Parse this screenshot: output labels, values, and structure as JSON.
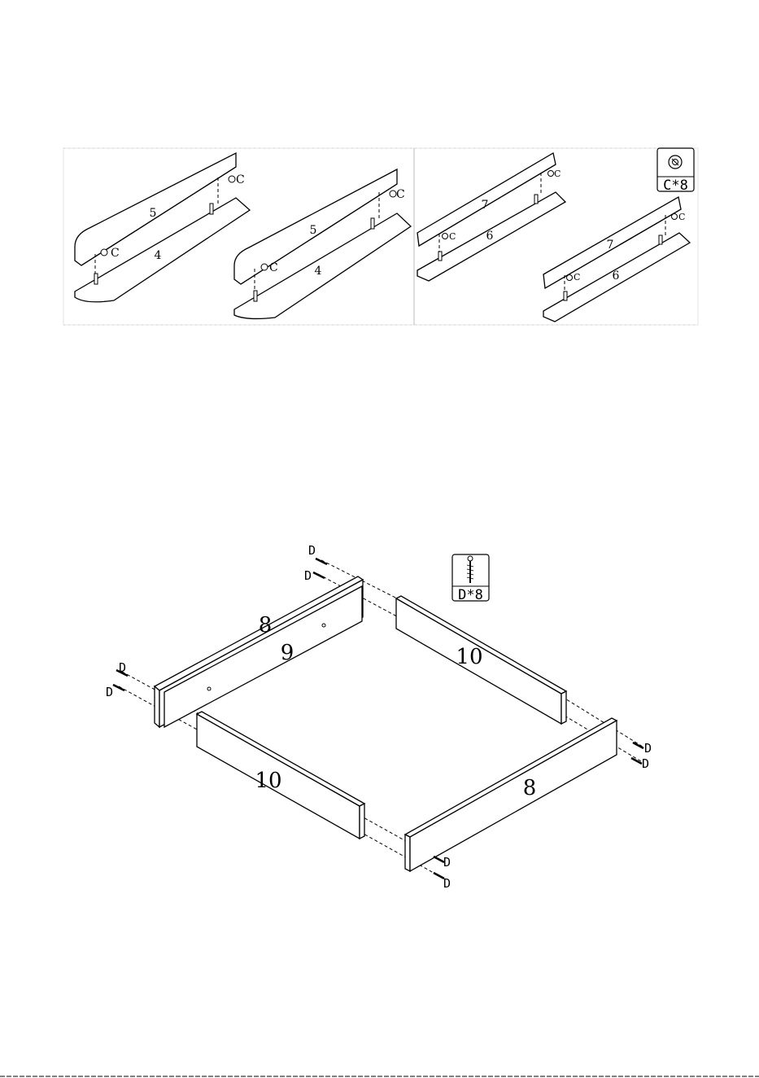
{
  "step1": {
    "hardware": {
      "label": "C*8",
      "icon": "cam-lock-icon"
    },
    "left": {
      "top_panel": "5",
      "bottom_panel": "4",
      "fastener": "C"
    },
    "right": {
      "top_panel": "7",
      "bottom_panel": "6",
      "fastener": "C"
    }
  },
  "step2": {
    "hardware": {
      "label": "D*8",
      "icon": "screw-icon"
    },
    "panels": {
      "front_outer": "8",
      "front_inner": "9",
      "back": "10",
      "left": "10",
      "right": "8"
    },
    "screw": "D"
  }
}
